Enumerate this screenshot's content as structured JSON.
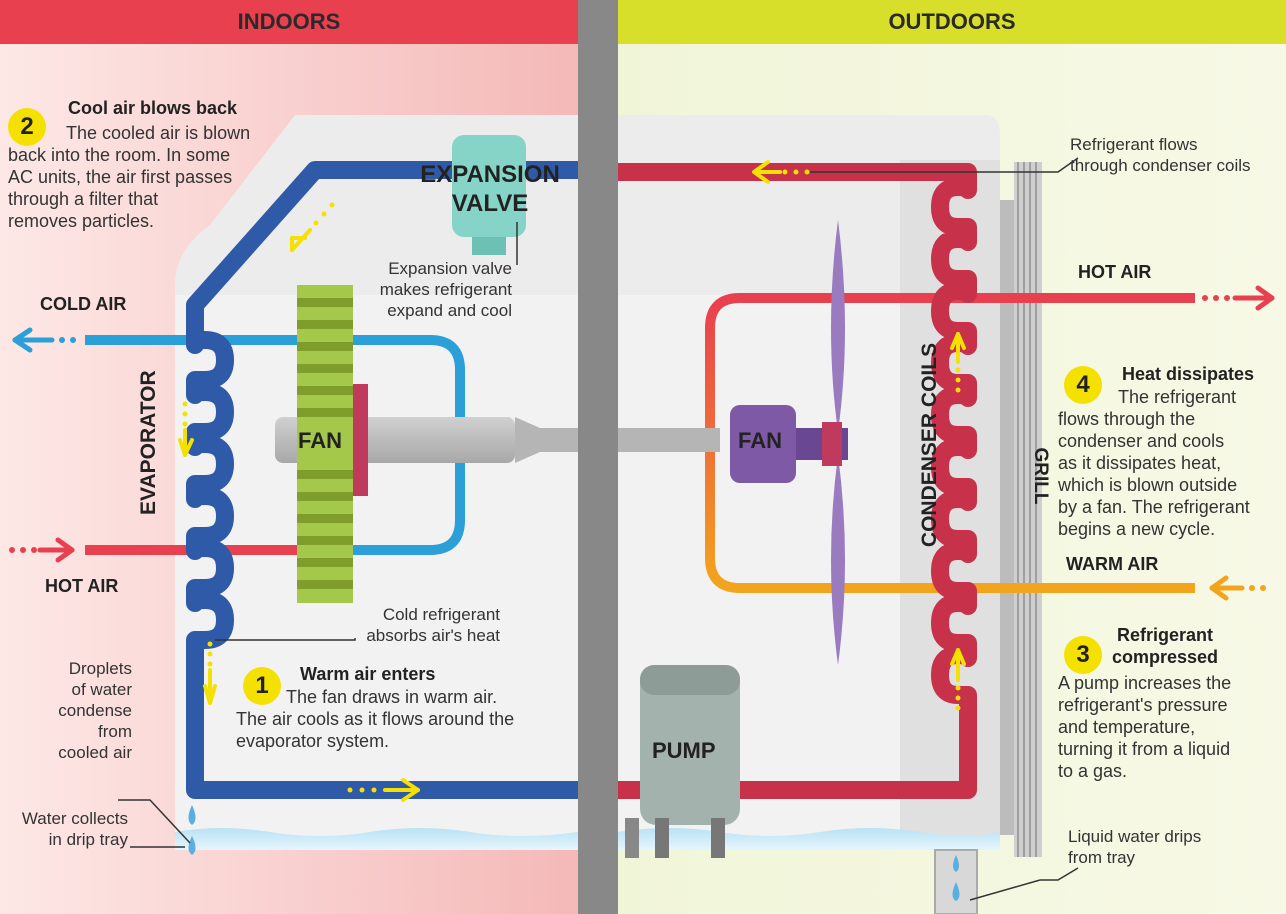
{
  "headers": {
    "indoors": "INDOORS",
    "outdoors": "OUTDOORS"
  },
  "components": {
    "expansion_valve_line1": "EXPANSION",
    "expansion_valve_line2": "VALVE",
    "evaporator": "EVAPORATOR",
    "fan_indoor": "FAN",
    "fan_outdoor": "FAN",
    "condenser_coils": "CONDENSER COILS",
    "grill": "GRILL",
    "pump": "PUMP"
  },
  "airflows": {
    "cold_air": "COLD AIR",
    "hot_air_indoor": "HOT AIR",
    "hot_air_outdoor": "HOT AIR",
    "warm_air": "WARM AIR"
  },
  "steps": [
    {
      "number": "1",
      "title": "Warm air enters",
      "lines": [
        "The fan draws in warm air.",
        "The air cools as it flows around the",
        "evaporator system."
      ]
    },
    {
      "number": "2",
      "title": "Cool air blows back",
      "lines": [
        "The cooled air is blown",
        "back into the room. In some",
        "AC units, the air first passes",
        "through a filter that",
        "removes particles."
      ]
    },
    {
      "number": "3",
      "title_lines": [
        "Refrigerant",
        "compressed"
      ],
      "lines": [
        "A pump increases the",
        "refrigerant's pressure",
        "and temperature,",
        "turning it from a liquid",
        "to a gas."
      ]
    },
    {
      "number": "4",
      "title": "Heat dissipates",
      "lines": [
        "The refrigerant",
        "flows through the",
        "condenser and cools",
        "as it dissipates heat,",
        "which is blown outside",
        "by a fan. The refrigerant",
        "begins a new cycle."
      ]
    }
  ],
  "annotations": {
    "expansion_valve": [
      "Expansion valve",
      "makes refrigerant",
      "expand and cool"
    ],
    "condenser_flow": [
      "Refrigerant flows",
      "through condenser coils"
    ],
    "cold_refrigerant": [
      "Cold refrigerant",
      "absorbs air's heat"
    ],
    "droplets": [
      "Droplets",
      "of water",
      "condense from",
      "cooled air"
    ],
    "drip_tray": [
      "Water collects",
      "in drip tray"
    ],
    "liquid_water": [
      "Liquid water drips",
      "from tray"
    ]
  },
  "colors": {
    "indoor_bg": "#f7c9c8",
    "outdoor_bg": "#f3f6d9",
    "indoor_header": "#e8404f",
    "outdoor_header": "#d8df2a",
    "divider": "#888888",
    "cold_pipe": "#2f5aa8",
    "hot_pipe": "#c7324a",
    "cold_air": "#2a9fd8",
    "hot_air": "#e8404f",
    "warm_air": "#f2a51c",
    "fan_indoor": "#9cbd3a",
    "fan_outdoor": "#8e6bb0",
    "pump": "#a4b2ad",
    "valve": "#7fd0c4",
    "step_badge": "#f5e100"
  }
}
